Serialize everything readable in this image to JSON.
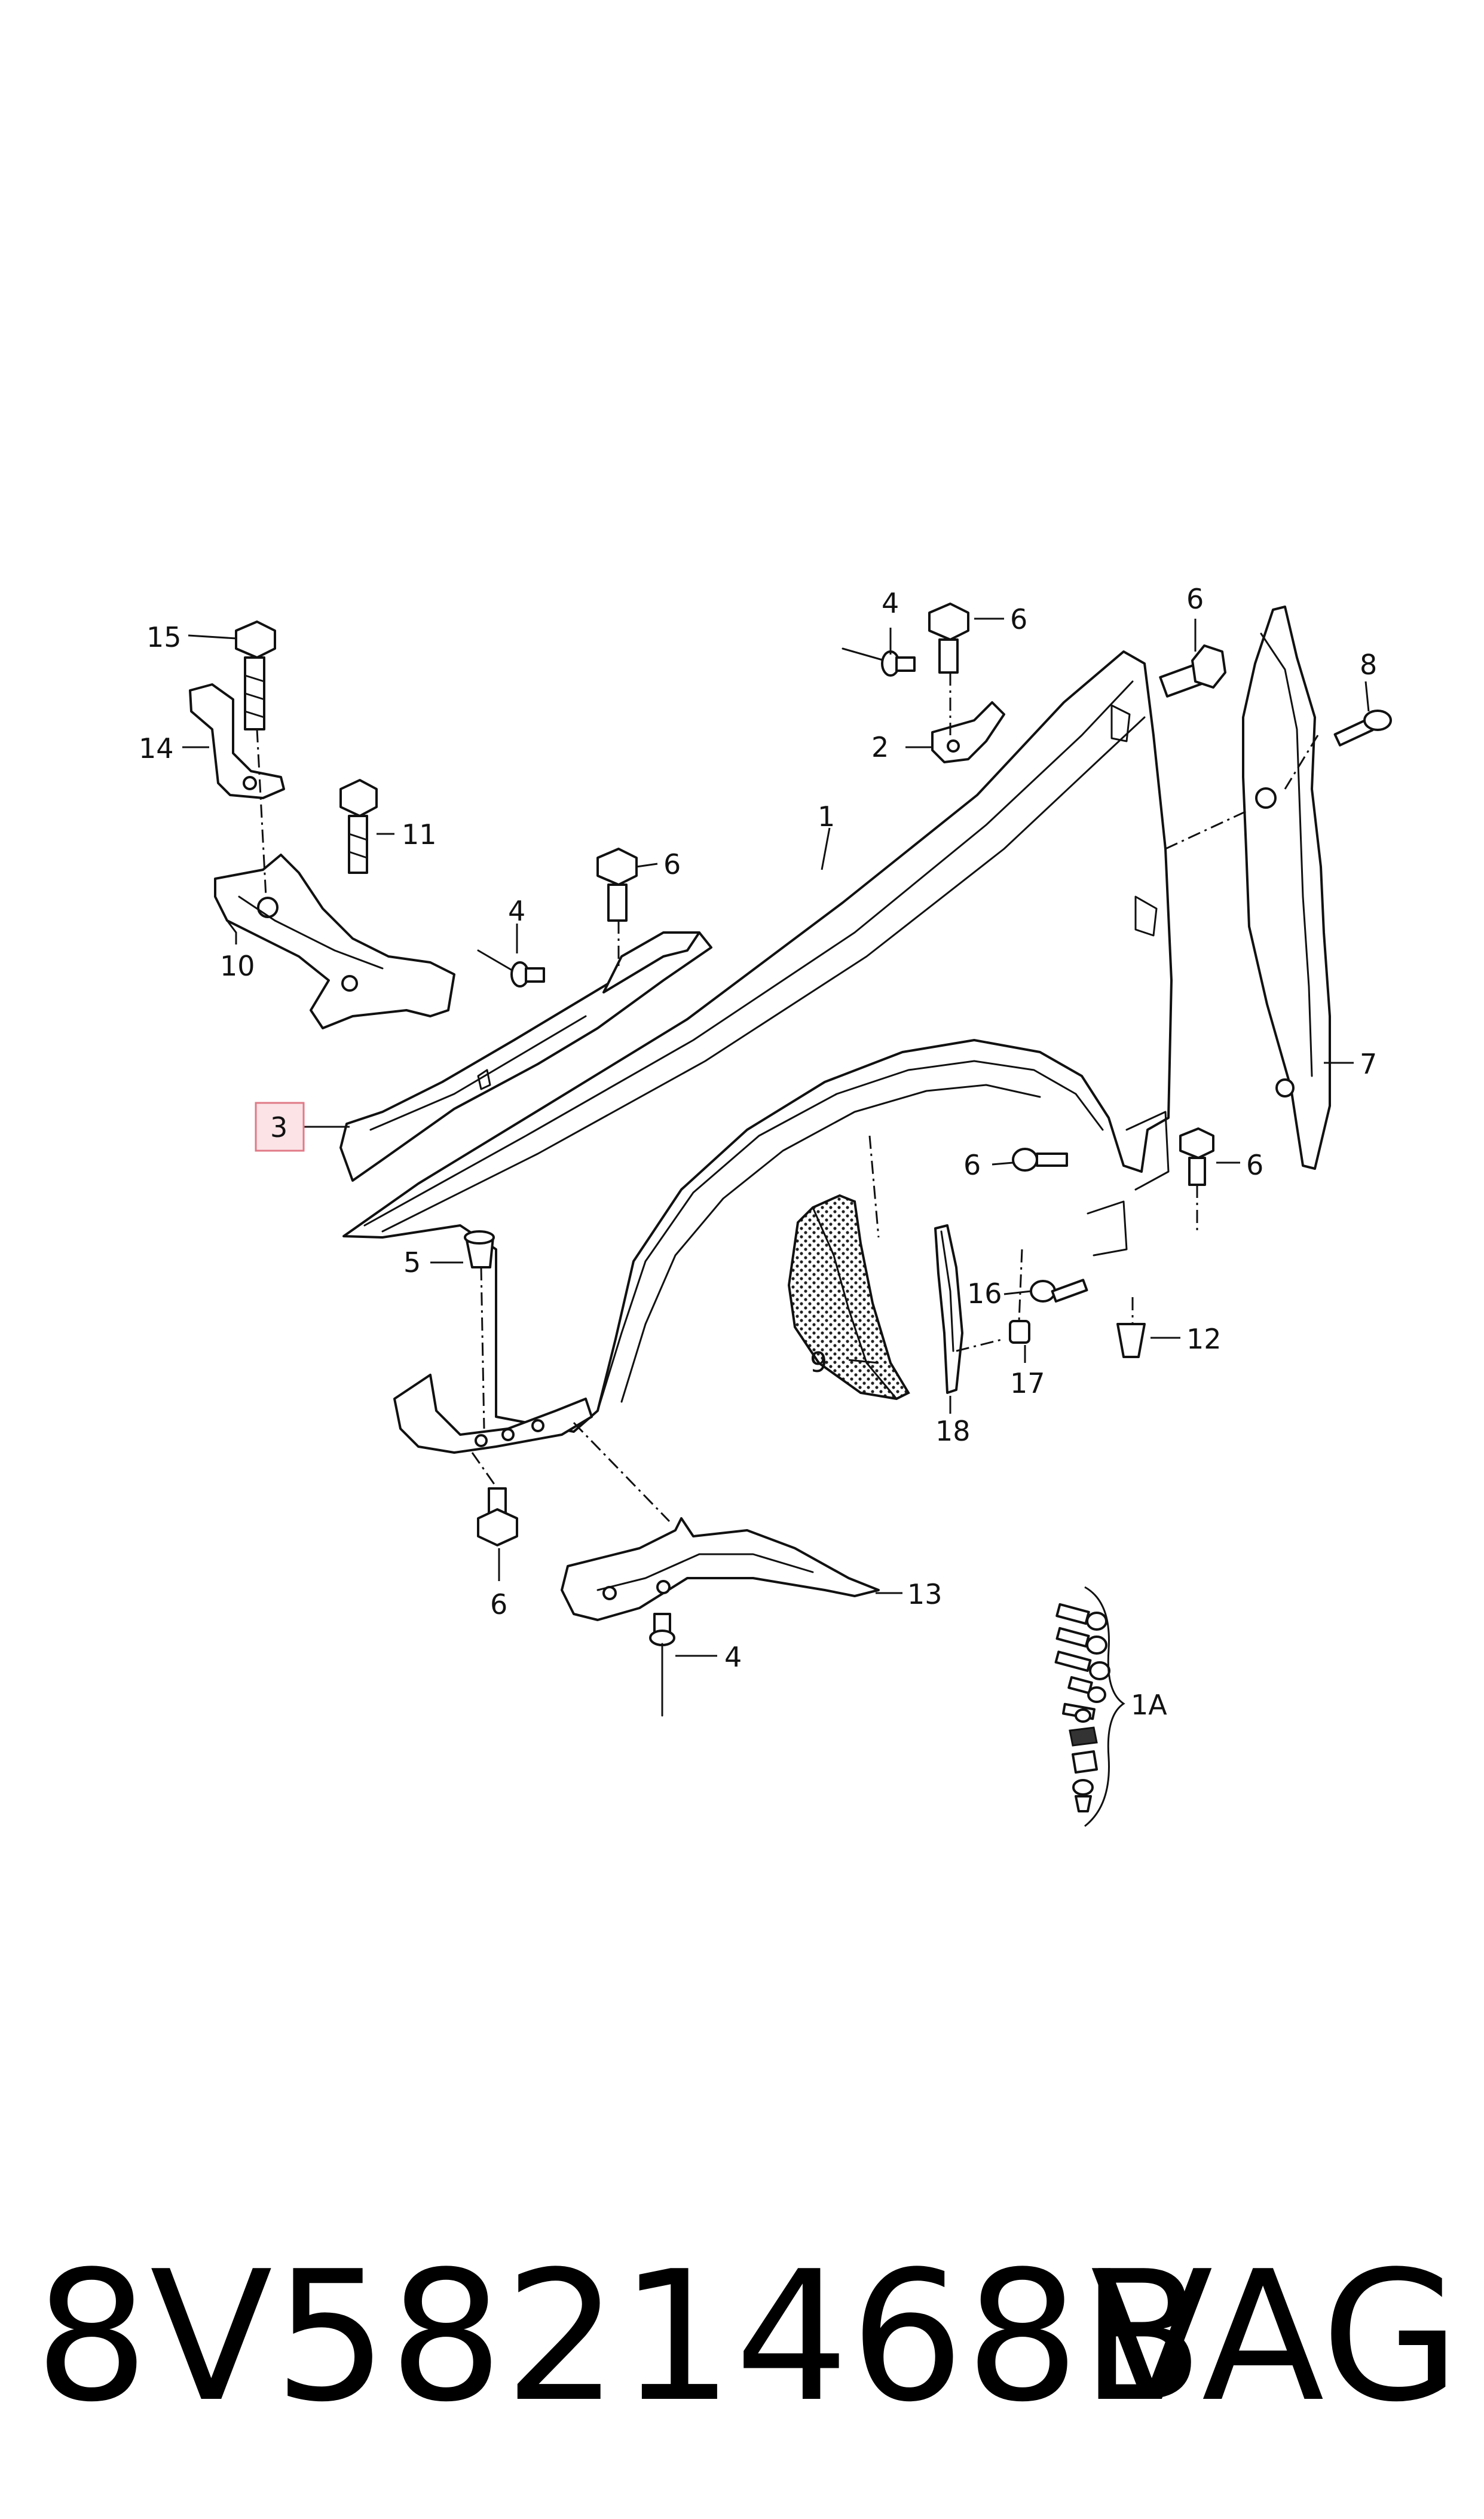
{
  "callouts": {
    "c1": "1",
    "c1a": "1A",
    "c2": "2",
    "c3": "3",
    "c4a": "4",
    "c4b": "4",
    "c4c": "4",
    "c5": "5",
    "c6a": "6",
    "c6b": "6",
    "c6c": "6",
    "c6d": "6",
    "c6e": "6",
    "c6f": "6",
    "c7": "7",
    "c8": "8",
    "c9": "9",
    "c10": "10",
    "c11": "11",
    "c12": "12",
    "c13": "13",
    "c14": "14",
    "c15": "15",
    "c16": "16",
    "c17": "17",
    "c18": "18"
  },
  "highlighted_callout": "3",
  "footer": {
    "part_number": "8V5821468B",
    "brand": "VAG"
  }
}
